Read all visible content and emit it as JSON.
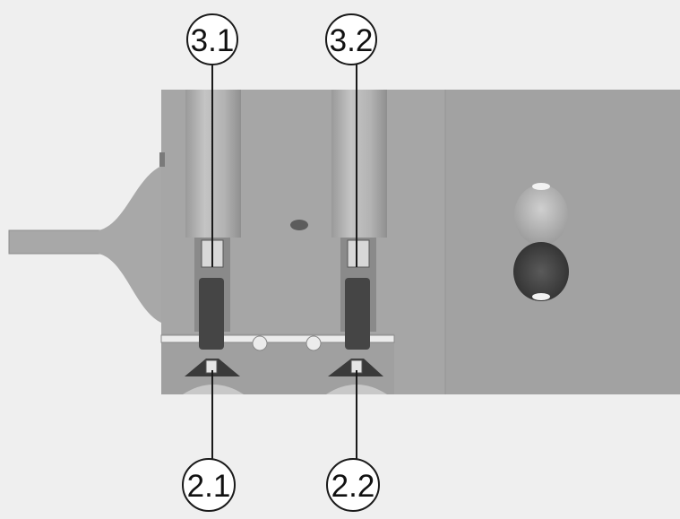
{
  "callouts": {
    "top_left": "3.1",
    "top_right": "3.2",
    "bottom_left": "2.1",
    "bottom_right": "2.2"
  },
  "colors": {
    "background": "#efefef",
    "body": "#a6a6a6",
    "bore": "#b5b5b5",
    "screw": "#454545",
    "leader": "#1a1a1a"
  }
}
